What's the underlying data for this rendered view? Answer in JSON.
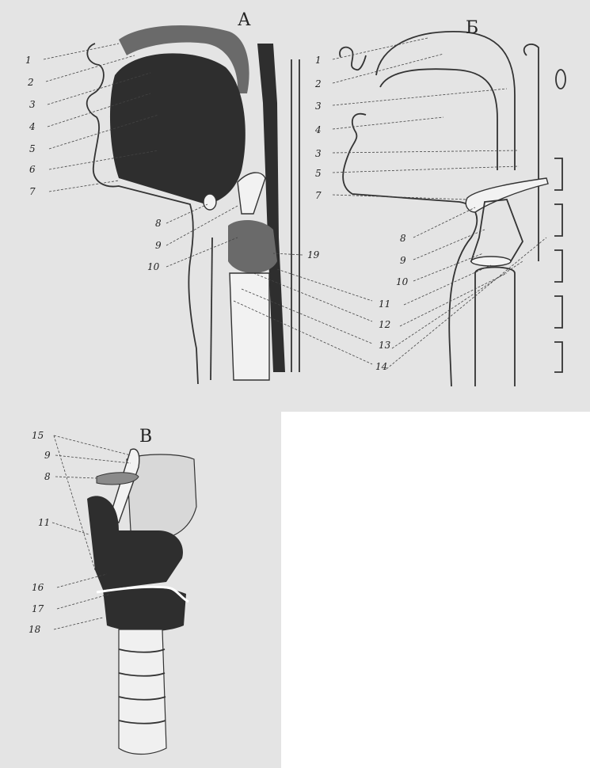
{
  "panels": {
    "a": {
      "label": "А"
    },
    "b": {
      "label": "Б"
    },
    "v": {
      "label": "В"
    }
  },
  "callouts": {
    "a": [
      "1",
      "2",
      "3",
      "4",
      "5",
      "6",
      "7",
      "8",
      "9",
      "10"
    ],
    "a_right": [
      "19"
    ],
    "b_left": [
      "1",
      "2",
      "3",
      "4",
      "3",
      "5",
      "7",
      "8",
      "9",
      "10"
    ],
    "b_bottom": [
      "11",
      "12",
      "13",
      "14"
    ],
    "v": [
      "15",
      "9",
      "8",
      "11",
      "16",
      "17",
      "18"
    ]
  },
  "colors": {
    "background": "#e4e4e4",
    "ink": "#2e2e2e",
    "white": "#ffffff"
  }
}
